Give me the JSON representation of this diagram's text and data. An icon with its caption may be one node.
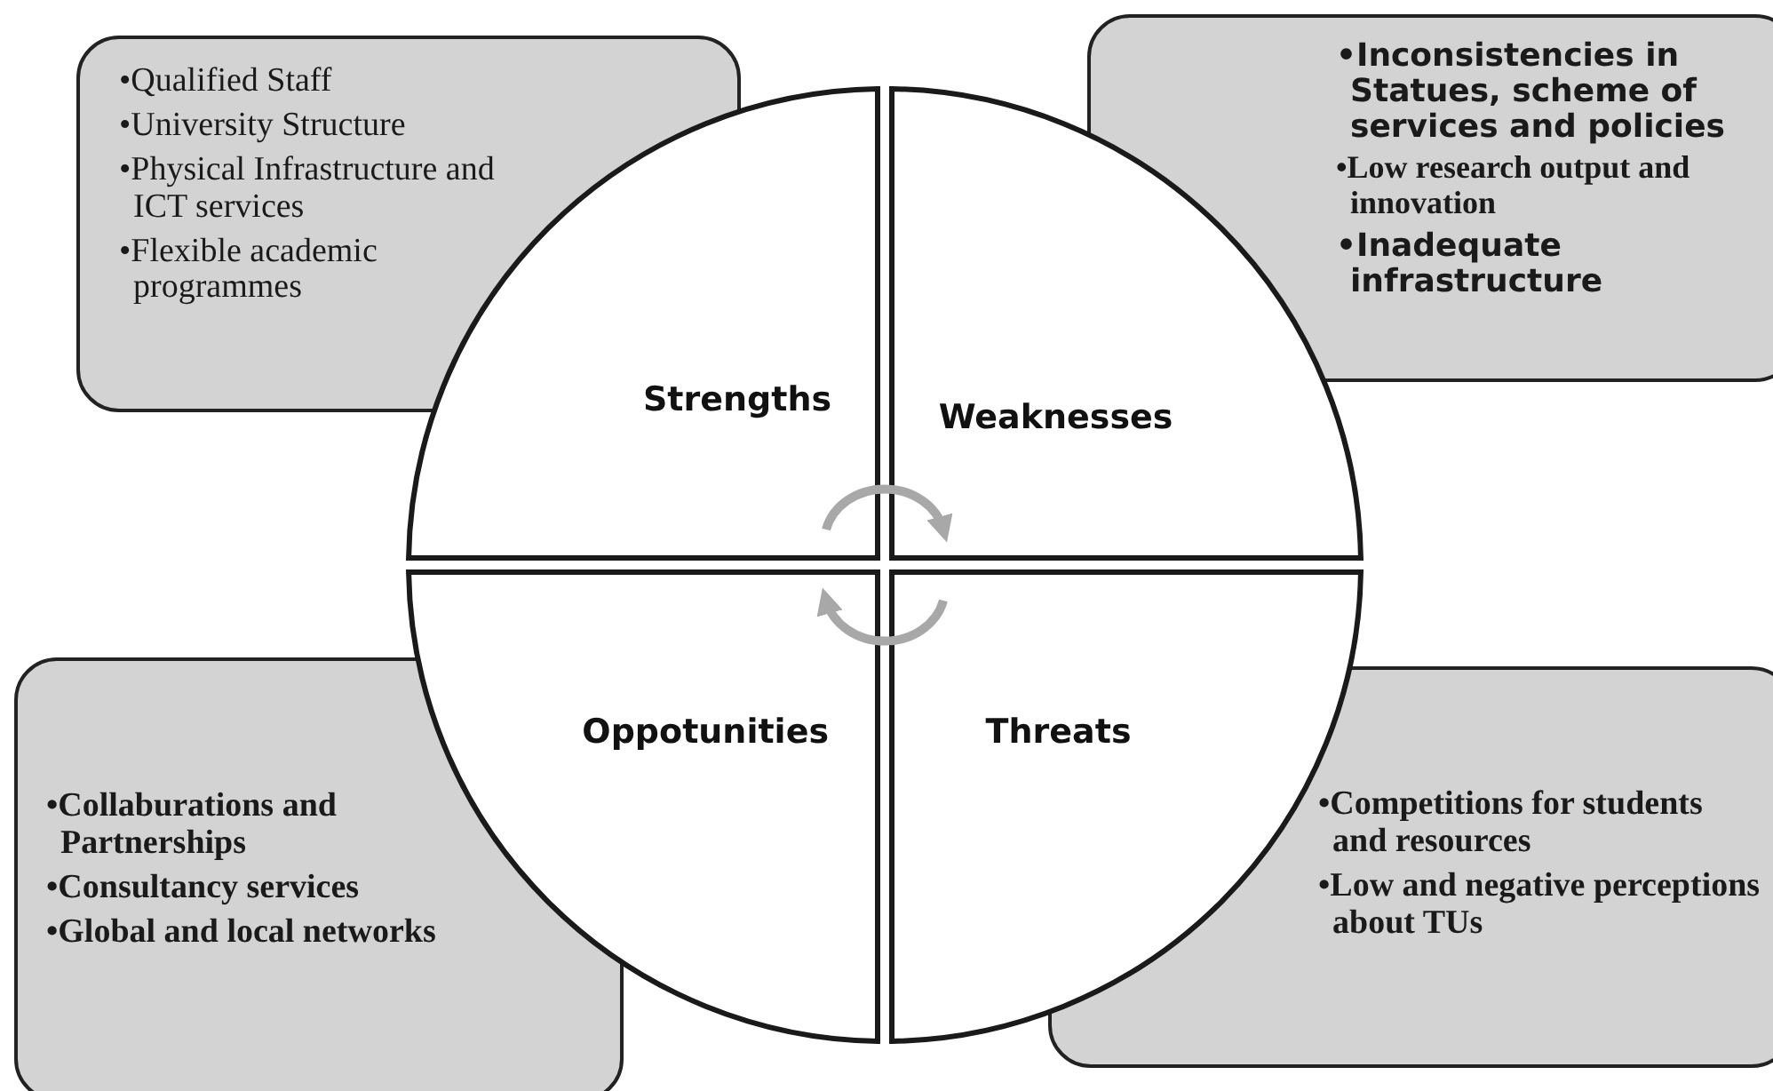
{
  "diagram": {
    "nodes": [
      {
        "text": [
          "•Qualified Staff",
          "•University Structure",
          "•Physical Infrastructure and ICT services",
          "•Flexible academic programmes"
        ]
      },
      {
        "text": [
          "Strengths"
        ]
      },
      {
        "text": [
          "•Inconsistencies in Statues, scheme of services and policies",
          "•Low research output and innovation",
          "•Inadequate infrastructure"
        ]
      },
      {
        "text": [
          "Weaknesses"
        ]
      },
      {
        "text": [
          "Oppotunities"
        ]
      },
      {
        "text": [
          "Threats"
        ]
      },
      {
        "text": [
          "•Collaburations and Partnerships",
          "•Consultancy services",
          "•Global and local networks"
        ]
      },
      {
        "text": [
          "•Competitions for students and resources",
          "•Low and negative perceptions about TUs"
        ]
      }
    ],
    "edges": [
      {
        "from": 1,
        "to": 3,
        "arrow": "to"
      },
      {
        "from": 5,
        "to": 4,
        "arrow": "to"
      }
    ]
  }
}
